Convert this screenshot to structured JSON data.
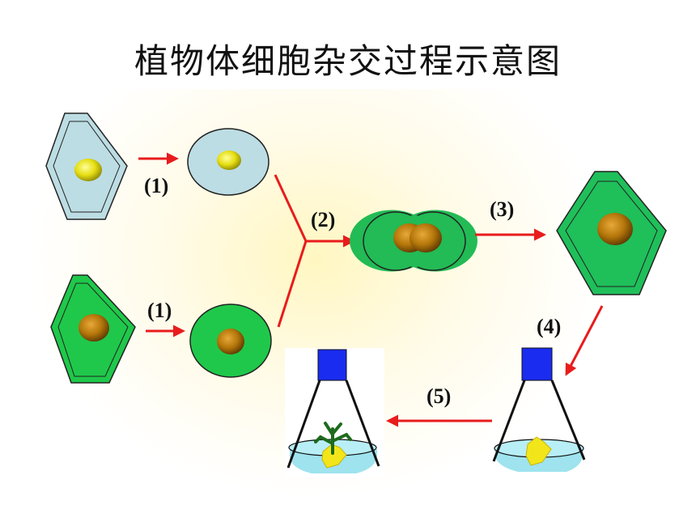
{
  "title": "植物体细胞杂交过程示意图",
  "steps": {
    "s1a": "(1)",
    "s1b": "(1)",
    "s2": "(2)",
    "s3": "(3)",
    "s4": "(4)",
    "s5": "(5)"
  },
  "colors": {
    "arrow": "#e81c1c",
    "cell_a_fill": "#bcdde3",
    "cell_b_fill": "#1fc84a",
    "fused_fill": "#22bb55",
    "hybrid_fill": "#1fbf5a",
    "nucleus_a": "#e6e01a",
    "nucleus_b": "#b5770a",
    "flask_cap": "#1a2cf0",
    "medium": "#9ee3ee",
    "callus": "#f2e61a"
  }
}
